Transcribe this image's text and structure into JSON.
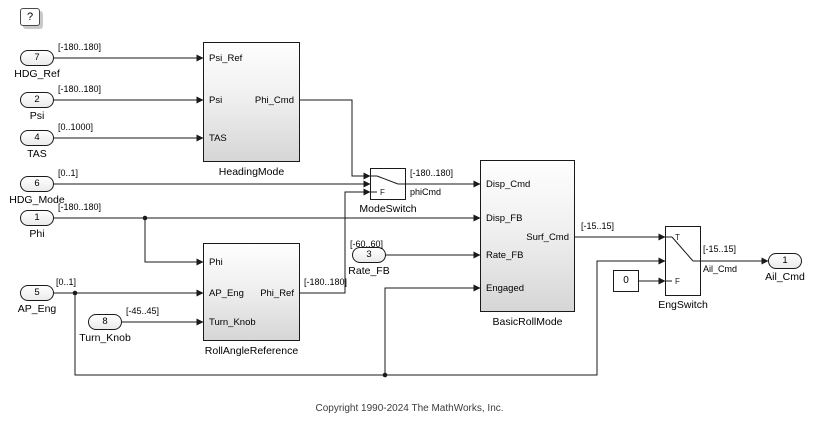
{
  "help_button": {
    "label": "?"
  },
  "inports": [
    {
      "number": "7",
      "label": "HDG_Ref",
      "range": "[-180..180]"
    },
    {
      "number": "2",
      "label": "Psi",
      "range": "[-180..180]"
    },
    {
      "number": "4",
      "label": "TAS",
      "range": "[0..1000]"
    },
    {
      "number": "6",
      "label": "HDG_Mode",
      "range": "[0..1]"
    },
    {
      "number": "1",
      "label": "Phi",
      "range": "[-180..180]"
    },
    {
      "number": "5",
      "label": "AP_Eng",
      "range": "[0..1]"
    },
    {
      "number": "8",
      "label": "Turn_Knob",
      "range": "[-45..45]"
    },
    {
      "number": "3",
      "label": "Rate_FB",
      "range": "[-60..60]"
    }
  ],
  "outports": [
    {
      "number": "1",
      "label": "Ail_Cmd"
    }
  ],
  "blocks": {
    "heading_mode": {
      "name": "HeadingMode",
      "inputs": [
        "Psi_Ref",
        "Psi",
        "TAS"
      ],
      "output": "Phi_Cmd"
    },
    "roll_angle_reference": {
      "name": "RollAngleReference",
      "inputs": [
        "Phi",
        "AP_Eng",
        "Turn_Knob"
      ],
      "output": "Phi_Ref"
    },
    "basic_roll_mode": {
      "name": "BasicRollMode",
      "inputs": [
        "Disp_Cmd",
        "Disp_FB",
        "Rate_FB",
        "Engaged"
      ],
      "output": "Surf_Cmd"
    },
    "mode_switch": {
      "name": "ModeSwitch",
      "false_label": "F"
    },
    "eng_switch": {
      "name": "EngSwitch",
      "true_label": "T",
      "false_label": "F"
    },
    "constant_zero": {
      "value": "0"
    }
  },
  "signal_labels": {
    "mode_switch_out_range": "[-180..180]",
    "mode_switch_out_name": "phiCmd",
    "phi_ref_range": "[-180..180]",
    "surf_cmd_range": "[-15..15]",
    "ail_cmd_range": "[-15..15]",
    "ail_cmd_name": "Ail_Cmd"
  },
  "annotations": {
    "copyright": "Copyright 1990-2024 The MathWorks, Inc."
  }
}
